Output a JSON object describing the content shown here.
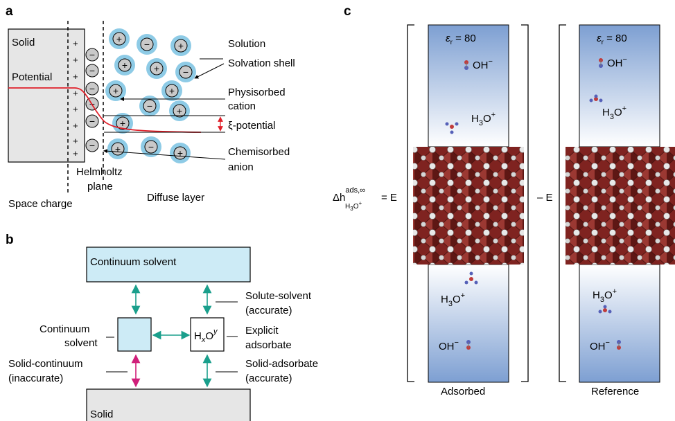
{
  "panels": {
    "a": {
      "label": "a",
      "solid": "Solid",
      "potential": "Potential",
      "solution": "Solution",
      "solvation_shell": "Solvation shell",
      "physisorbed_1": "Physisorbed",
      "physisorbed_2": "cation",
      "xi_potential": "ξ-potential",
      "chemisorbed_1": "Chemisorbed",
      "chemisorbed_2": "anion",
      "helmholtz_1": "Helmholtz",
      "helmholtz_2": "plane",
      "space_charge": "Space charge",
      "diffuse_layer": "Diffuse layer",
      "plus": "+",
      "minus": "−"
    },
    "b": {
      "label": "b",
      "continuum_solvent_box": "Continuum solvent",
      "solute_solvent_1": "Solute-solvent",
      "solute_solvent_2": "(accurate)",
      "continuum_1": "Continuum",
      "continuum_2": "solvent",
      "explicit_1": "Explicit",
      "explicit_2": "adsorbate",
      "hxoy_h": "H",
      "hxoy_x": "x",
      "hxoy_o": "O",
      "hxoy_y": "y",
      "solid_continuum_1": "Solid-continuum",
      "solid_continuum_2": "(inaccurate)",
      "solid_adsorbate_1": "Solid-adsorbate",
      "solid_adsorbate_2": "(accurate)",
      "solid_box": "Solid"
    },
    "c": {
      "label": "c",
      "eps_sym": "ε",
      "eps_sub": "r",
      "eps_val": " = 80",
      "oh": "OH",
      "minus_sup": "−",
      "h3o_h": "H",
      "h3o_3": "3",
      "h3o_o": "O",
      "plus_sup": "+",
      "delta_h": "Δh",
      "dh_sup": "ads,∞",
      "dh_sub": "H",
      "dh_sub_3": "3",
      "dh_sub_o": "O",
      "dh_sub_plus": "+",
      "eq_e": "= E",
      "minus_e": "– E",
      "adsorbed": "Adsorbed",
      "reference": "Reference"
    }
  },
  "colors": {
    "ion_shell": "#8ecbe6",
    "ion_core": "#c9c9c9",
    "solid_fill": "#e6e6e6",
    "potential_line": "#e0202a",
    "box_fill": "#cdebf6",
    "teal_arrow": "#1a9f8c",
    "magenta_arrow": "#d01f7a",
    "slab_red": "#8c2a26",
    "solvent_blue": "#7d9fd2"
  }
}
